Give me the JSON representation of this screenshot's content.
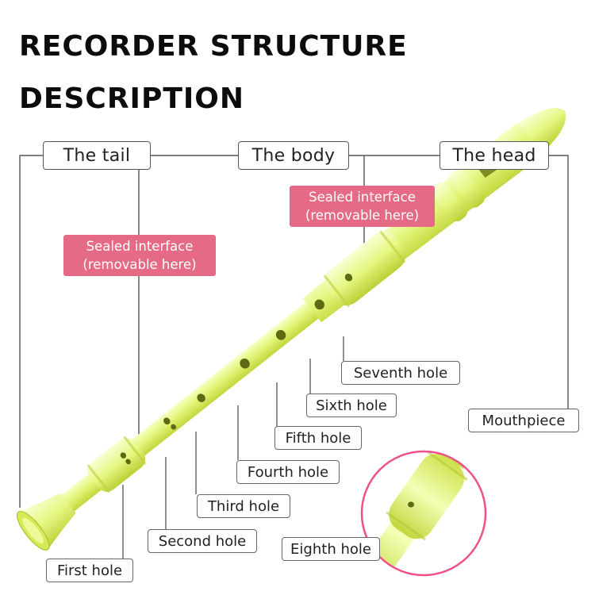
{
  "title": {
    "line1": "RECORDER STRUCTURE",
    "line2": "DESCRIPTION"
  },
  "sections": {
    "tail": "The tail",
    "body": "The body",
    "head": "The head"
  },
  "sealed_interface": {
    "left": {
      "line1": "Sealed interface",
      "line2": "(removable here)"
    },
    "right": {
      "line1": "Sealed interface",
      "line2": "(removable here)"
    }
  },
  "holes": {
    "first": "First hole",
    "second": "Second hole",
    "third": "Third hole",
    "fourth": "Fourth hole",
    "fifth": "Fifth hole",
    "sixth": "Sixth hole",
    "seventh": "Seventh hole",
    "eighth": "Eighth hole"
  },
  "mouthpiece": "Mouthpiece",
  "colors": {
    "recorder": "#e3f57a",
    "recorder_shade": "#c3d63c",
    "recorder_highlight": "#f6ffc2",
    "tag_pink": "#e46a85",
    "inset_ring": "#f0508a"
  }
}
